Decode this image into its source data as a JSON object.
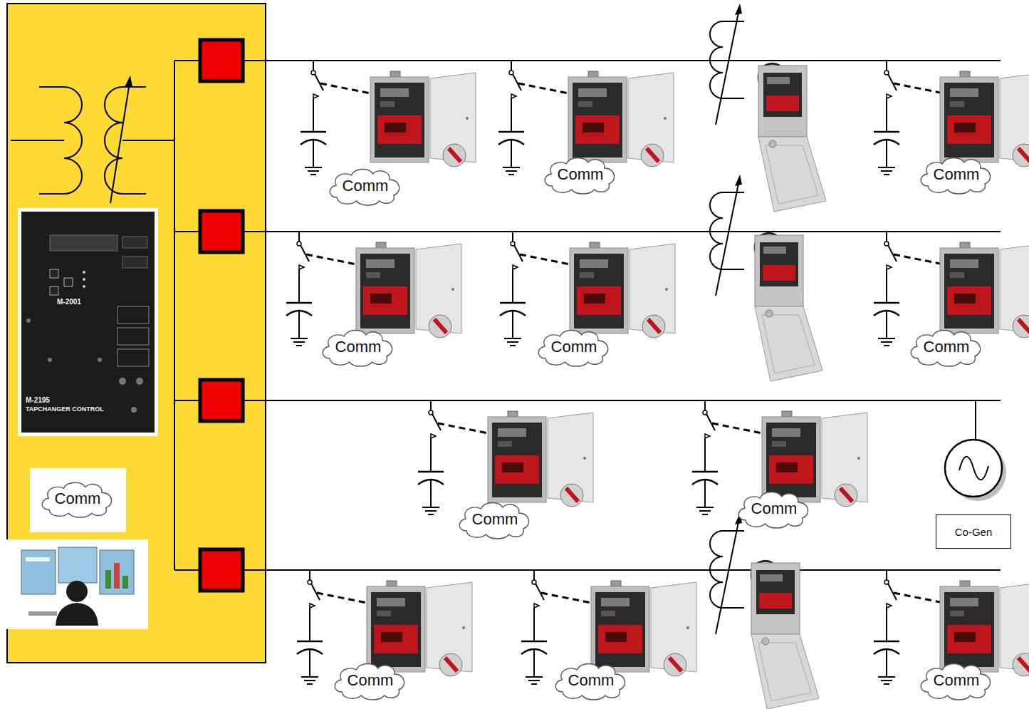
{
  "diagram": {
    "nodes": [
      {
        "text": [
          "Comm"
        ]
      },
      {
        "text": [
          "Comm"
        ]
      },
      {
        "text": [
          "Comm"
        ]
      },
      {
        "text": [
          "Comm"
        ]
      },
      {
        "text": [
          "Comm"
        ]
      },
      {
        "text": [
          "Comm"
        ]
      },
      {
        "text": [
          "Comm"
        ]
      },
      {
        "text": [
          "Comm"
        ]
      },
      {
        "text": [
          "Comm"
        ]
      },
      {
        "text": [
          "Co-Gen"
        ]
      },
      {
        "text": [
          "Comm"
        ]
      },
      {
        "text": [
          "Comm"
        ]
      },
      {
        "text": [
          "Comm"
        ]
      }
    ],
    "labels": [
      "M-2001",
      "M-2195",
      "TAPCHANGER CONTROL"
    ]
  }
}
